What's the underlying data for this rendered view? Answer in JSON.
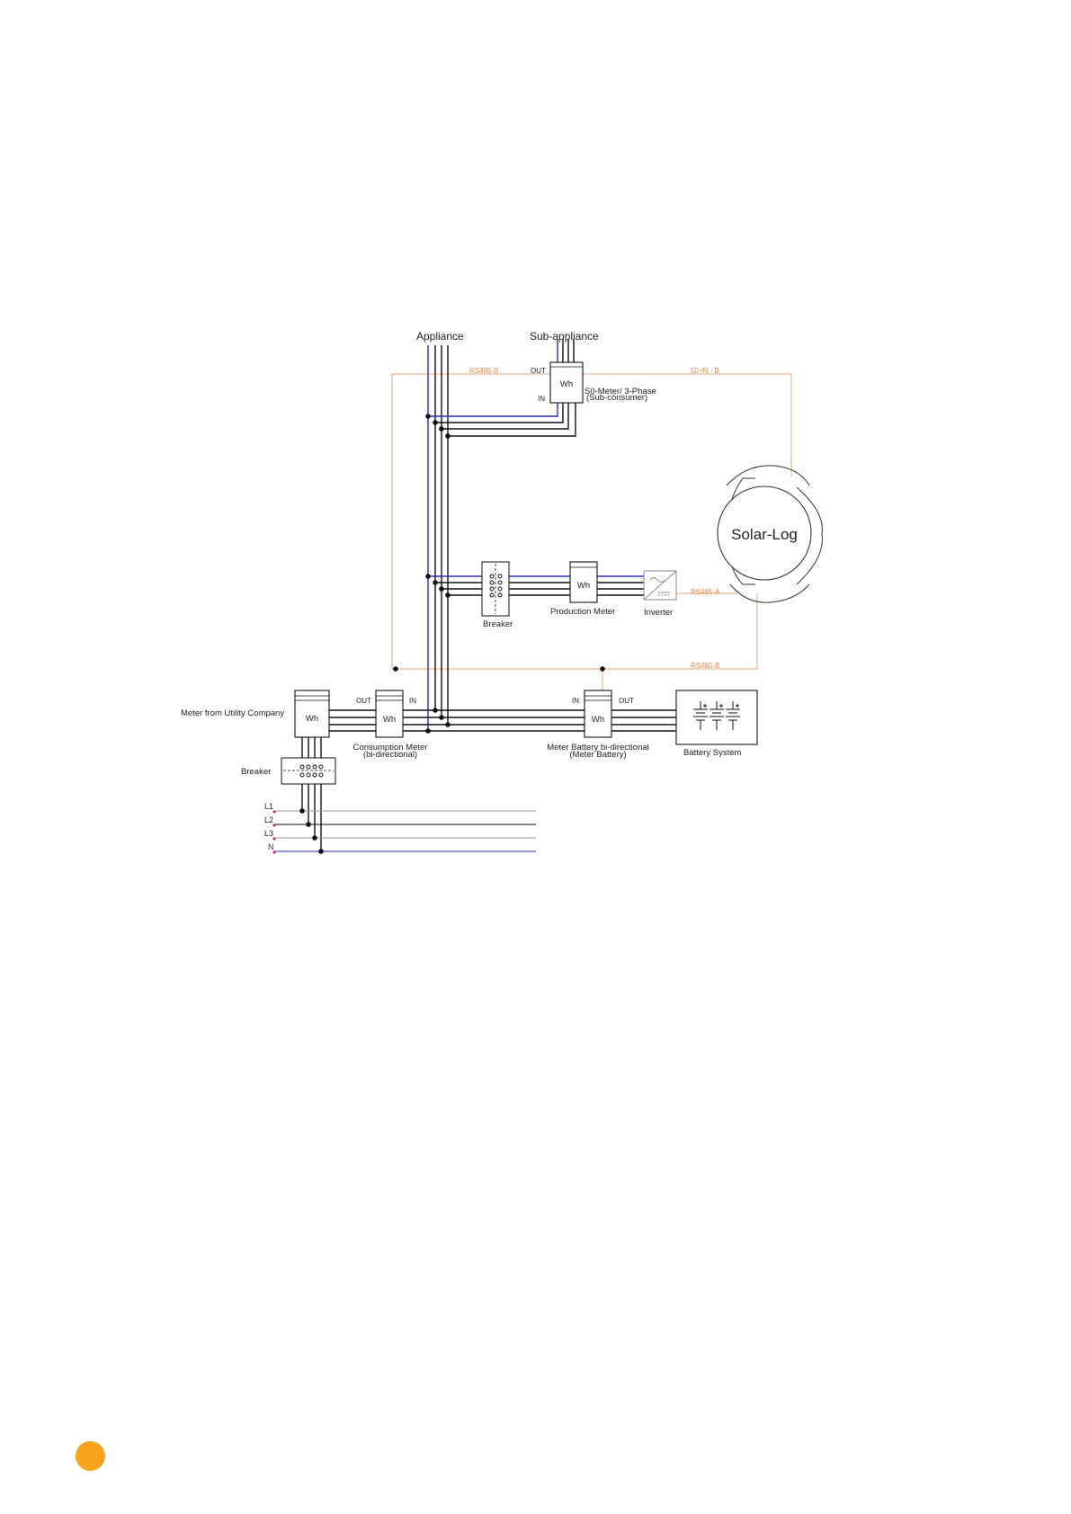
{
  "colors": {
    "page_marker": "#f6a51b",
    "comm_bus": "#e8a57a",
    "phase_line": "#111111",
    "neutral_line": "#2a2ab8",
    "l1_line": "#9a9a9a"
  },
  "loads": {
    "appliance": "Appliance",
    "sub_appliance": "Sub-appliance"
  },
  "bus_labels": {
    "rs485_b_top": "RS485-B",
    "s0_in_b": "S0-/N - B",
    "rs485_a": "RS485-A",
    "rs485_b_bottom": "RS485-B"
  },
  "s0_meter": {
    "wh": "Wh",
    "out": "OUT",
    "in": "IN",
    "label_line1": "S0-Meter/ 3-Phase",
    "label_line2": "(Sub-consumer)"
  },
  "solar_log": {
    "label": "Solar-Log"
  },
  "production": {
    "breaker_label": "Breaker",
    "meter_wh": "Wh",
    "meter_label": "Production Meter",
    "inverter_label": "Inverter"
  },
  "utility_meter": {
    "label": "Meter from Utility Company",
    "wh": "Wh"
  },
  "consumption_meter": {
    "wh": "Wh",
    "out": "OUT",
    "in": "IN",
    "label_line1": "Consumption Meter",
    "label_line2": "(bi-directional)"
  },
  "battery_meter": {
    "wh": "Wh",
    "in": "IN",
    "out": "OUT",
    "label_line1": "Meter Battery bi-directional",
    "label_line2": "(Meter Battery)"
  },
  "battery_system": {
    "label": "Battery System"
  },
  "main_breaker": {
    "label": "Breaker"
  },
  "grid_phases": [
    "L1",
    "L2",
    "L3",
    "N"
  ]
}
